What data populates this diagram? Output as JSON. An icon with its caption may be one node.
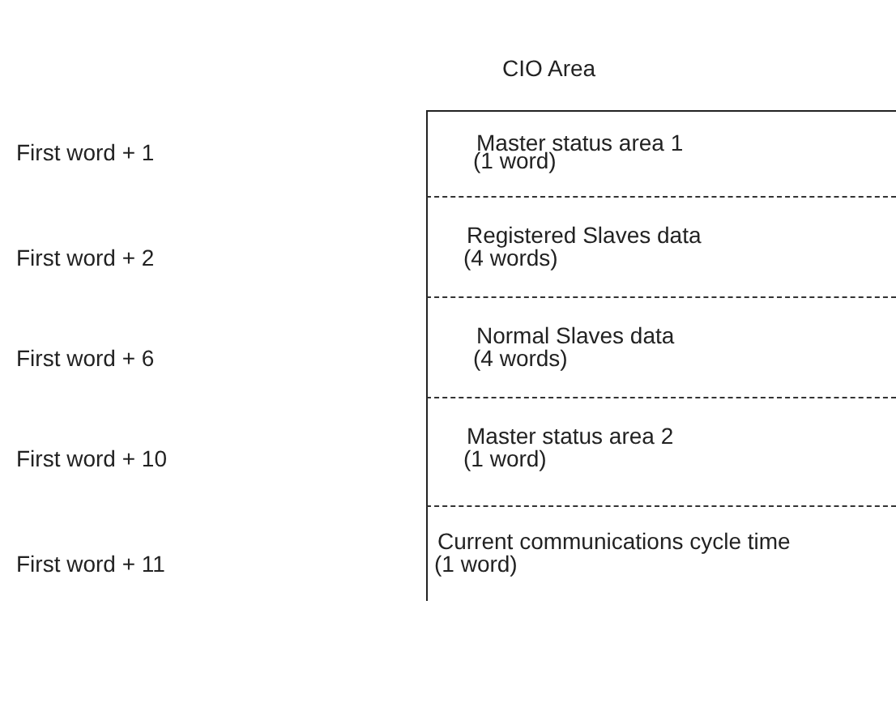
{
  "diagram": {
    "title": "CIO Area",
    "nodes": [
      {
        "text": [
          "Master status area 1",
          "(1 word)"
        ]
      },
      {
        "text": [
          "Registered Slaves data",
          "(4 words)"
        ]
      },
      {
        "text": [
          "Normal Slaves data",
          "(4 words)"
        ]
      },
      {
        "text": [
          "Master status area 2",
          "(1 word)"
        ]
      },
      {
        "text": [
          "Current communications cycle time",
          "(1 word)"
        ]
      }
    ],
    "edges": [],
    "labels": [
      "First word + 1",
      "First word + 2",
      "First word + 6",
      "First word + 10",
      "First word + 11"
    ]
  }
}
